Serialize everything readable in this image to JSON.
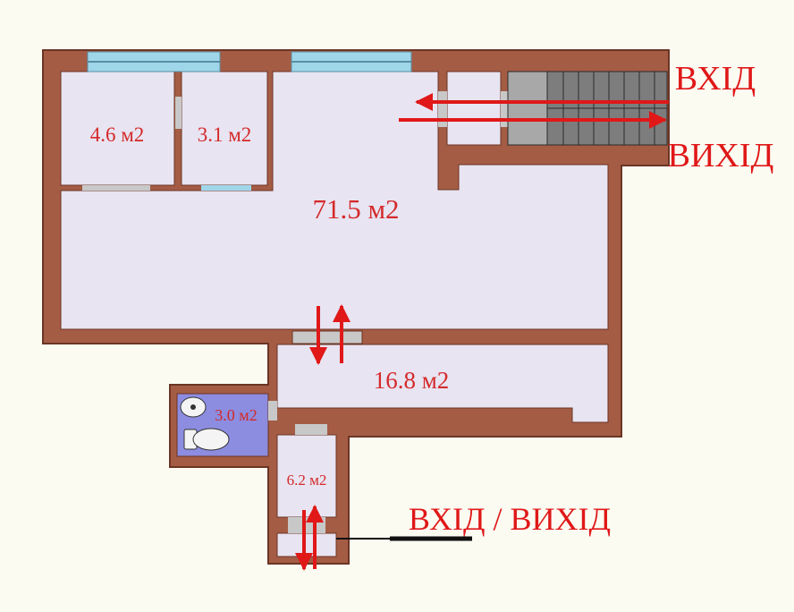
{
  "colors": {
    "background": "#fbfbf2",
    "wall": "#a45c45",
    "wall_outline": "#6b3524",
    "room_fill": "#e8e4f2",
    "bathroom_fill": "#8c8ce0",
    "window_fill": "#9fd6ea",
    "door_fill": "#c8c8c8",
    "stair_dark": "#7d7d7d",
    "stair_light": "#a8a8a8",
    "arrow": "#e01818",
    "label": "#d42a2a"
  },
  "rooms": [
    {
      "id": "room-1",
      "label": "4.6 м2"
    },
    {
      "id": "room-2",
      "label": "3.1 м2"
    },
    {
      "id": "main-hall",
      "label": "71.5 м2"
    },
    {
      "id": "corridor",
      "label": "16.8 м2"
    },
    {
      "id": "bathroom",
      "label": "3.0 м2"
    },
    {
      "id": "vestibule",
      "label": "6.2 м2"
    }
  ],
  "entrances": {
    "main_in": "ВХІД",
    "main_out": "ВИХІД",
    "rear": "ВХІД / ВИХІД"
  }
}
